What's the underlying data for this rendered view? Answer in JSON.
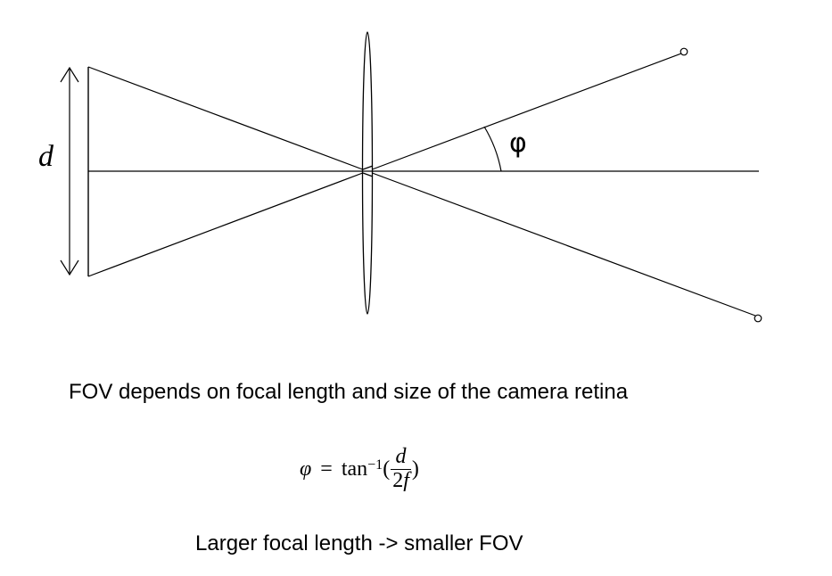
{
  "diagram": {
    "size_label": "d",
    "angle_label": "φ"
  },
  "caption": "FOV depends on focal length and size of the camera retina",
  "formula": {
    "lhs": "φ",
    "equals": "=",
    "func": "tan",
    "exponent": "−1",
    "open_paren": "(",
    "numerator": "d",
    "denominator_coefficient": "2",
    "denominator_variable": "f",
    "close_paren": ")"
  },
  "conclusion": "Larger focal length -> smaller FOV"
}
